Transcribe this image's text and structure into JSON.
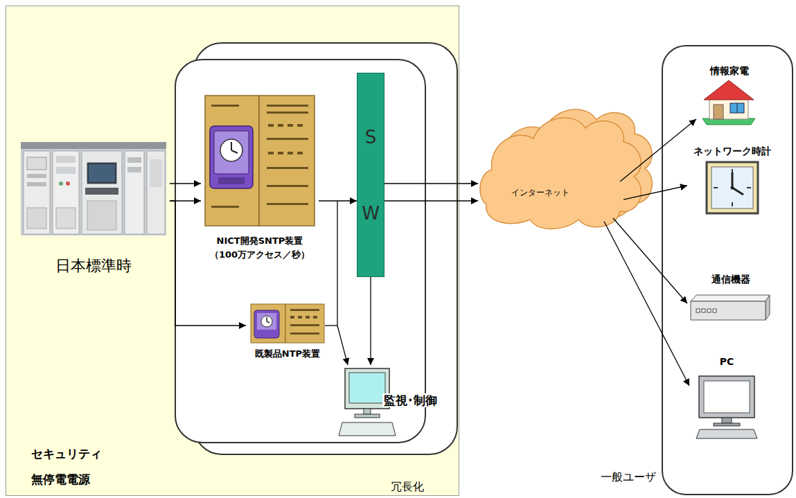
{
  "diagram": {
    "nodes": [
      {
        "text": [
          "セキュリティ",
          "無停電電源"
        ]
      },
      {
        "text": [
          "日本標準時"
        ],
        "in": 0
      },
      {
        "text": [
          "冗長化"
        ],
        "in": 0
      },
      {
        "text": [
          "NICT開発SNTP装置 （100万アクセス／秒）"
        ],
        "in": 2
      },
      {
        "text": [
          "SW"
        ],
        "in": 2
      },
      {
        "text": [
          "既製品NTP装置"
        ],
        "in": 2
      },
      {
        "text": [
          "インターネット"
        ]
      },
      {
        "text": [
          "一般ユーザ"
        ]
      },
      {
        "text": [
          "情報家電"
        ],
        "in": 7
      },
      {
        "text": [
          "ネットワーク時計"
        ],
        "in": 7
      },
      {
        "text": [
          "通信機器"
        ],
        "in": 7
      },
      {
        "text": [
          "PC"
        ],
        "in": 7
      }
    ],
    "edges": [
      {
        "from": 1,
        "to": 3,
        "arrow": "to"
      },
      {
        "from": 1,
        "to": 3,
        "arrow": "to"
      },
      {
        "from": 1,
        "to": 5,
        "arrow": "to"
      },
      {
        "from": 3,
        "to": 4,
        "arrow": "to"
      },
      {
        "from": 4,
        "to": 6,
        "arrow": "to"
      },
      {
        "from": 4,
        "to": 6,
        "arrow": "to"
      },
      {
        "from": 6,
        "to": 8,
        "arrow": "to"
      },
      {
        "from": 6,
        "to": 9,
        "arrow": "to"
      },
      {
        "from": 6,
        "to": 10,
        "arrow": "to"
      },
      {
        "from": 6,
        "to": 11,
        "arrow": "to"
      }
    ],
    "labels": [
      "監視･制御"
    ]
  }
}
